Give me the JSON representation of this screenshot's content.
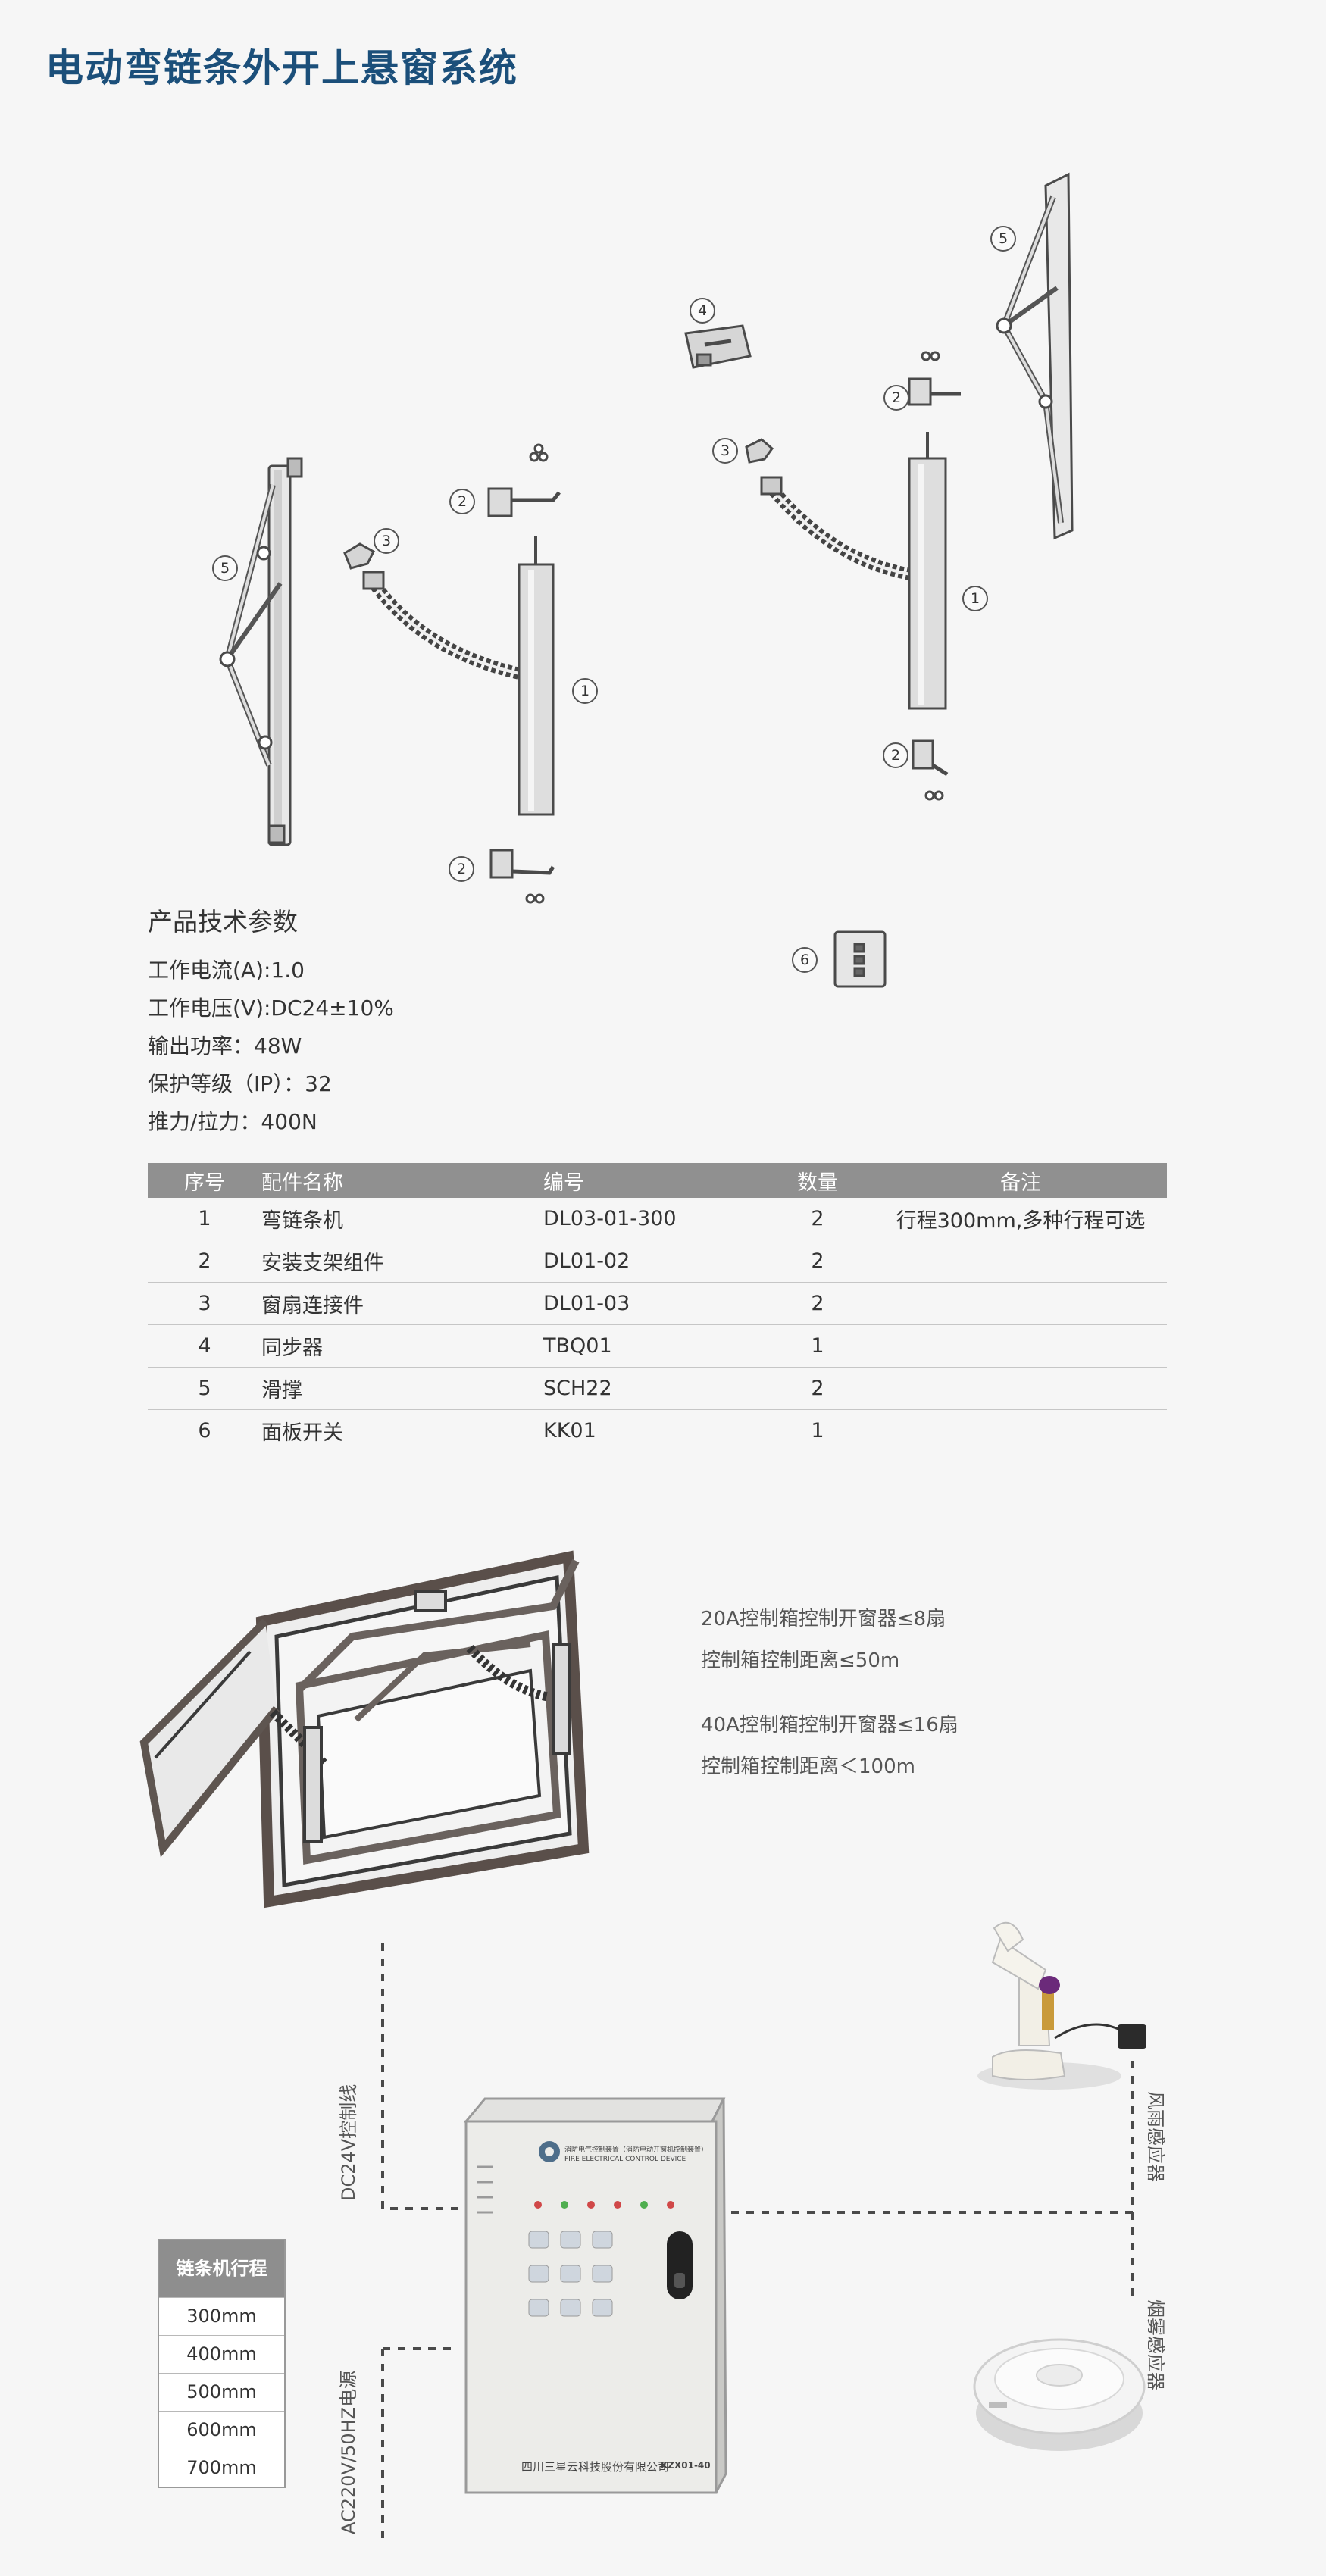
{
  "title": "电动弯链条外开上悬窗系统",
  "callouts": [
    "1",
    "2",
    "3",
    "4",
    "5",
    "6"
  ],
  "specs": {
    "heading": "产品技术参数",
    "lines": [
      "工作电流(A):1.0",
      "工作电压(V):DC24±10%",
      "输出功率：48W",
      "保护等级（IP）：32",
      "推力/拉力：400N"
    ]
  },
  "parts_table": {
    "headers": [
      "序号",
      "配件名称",
      "编号",
      "数量",
      "备注"
    ],
    "rows": [
      [
        "1",
        "弯链条机",
        "DL03-01-300",
        "2",
        "行程300mm,多种行程可选"
      ],
      [
        "2",
        "安装支架组件",
        "DL01-02",
        "2",
        ""
      ],
      [
        "3",
        "窗扇连接件",
        "DL01-03",
        "2",
        ""
      ],
      [
        "4",
        "同步器",
        "TBQ01",
        "1",
        ""
      ],
      [
        "5",
        "滑撑",
        "SCH22",
        "2",
        ""
      ],
      [
        "6",
        "面板开关",
        "KK01",
        "1",
        ""
      ]
    ]
  },
  "control_notes": [
    "20A控制箱控制开窗器≤8扇",
    "控制箱控制距离≤50m",
    "40A控制箱控制开窗器≤16扇",
    "控制箱控制距离＜100m"
  ],
  "wiring": {
    "dc_label": "DC24V控制线",
    "ac_label": "AC220V/50HZ电源",
    "wind_rain_label": "风雨感应器",
    "smoke_label": "烟雾感应器"
  },
  "control_box": {
    "brand_cn": "消防电气控制装置（消防电动开窗机控制装置）",
    "brand_en": "FIRE ELECTRICAL CONTROL DEVICE",
    "maker": "四川三星云科技股份有限公司",
    "model": "KZX01-40"
  },
  "stroke_table": {
    "header": "链条机行程",
    "values": [
      "300mm",
      "400mm",
      "500mm",
      "600mm",
      "700mm"
    ]
  }
}
